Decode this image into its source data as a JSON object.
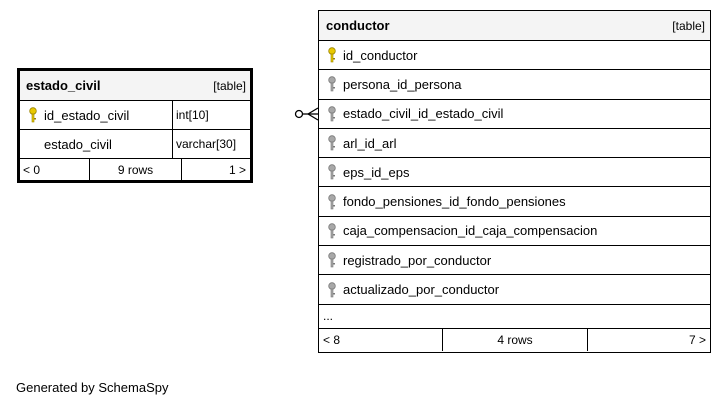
{
  "estado_civil": {
    "name": "estado_civil",
    "kind": "[table]",
    "columns": [
      {
        "name": "id_estado_civil",
        "type": "int[10]",
        "key": "primary"
      },
      {
        "name": "estado_civil",
        "type": "varchar[30]",
        "key": "none"
      }
    ],
    "nav": {
      "prev": "< 0",
      "rows": "9 rows",
      "next": "1 >"
    }
  },
  "conductor": {
    "name": "conductor",
    "kind": "[table]",
    "columns": [
      {
        "name": "id_conductor",
        "key": "primary"
      },
      {
        "name": "persona_id_persona",
        "key": "foreign"
      },
      {
        "name": "estado_civil_id_estado_civil",
        "key": "foreign"
      },
      {
        "name": "arl_id_arl",
        "key": "foreign"
      },
      {
        "name": "eps_id_eps",
        "key": "foreign"
      },
      {
        "name": "fondo_pensiones_id_fondo_pensiones",
        "key": "foreign"
      },
      {
        "name": "caja_compensacion_id_caja_compensacion",
        "key": "foreign"
      },
      {
        "name": "registrado_por_conductor",
        "key": "foreign"
      },
      {
        "name": "actualizado_por_conductor",
        "key": "foreign"
      }
    ],
    "more": "...",
    "nav": {
      "prev": "< 8",
      "rows": "4 rows",
      "next": "7 >"
    }
  },
  "colors": {
    "primary_key": "#e8c800",
    "foreign_key": "#a8a8a8",
    "header_bg": "#f4f4f4"
  },
  "icons": {
    "primary_key": "key-icon",
    "foreign_key": "key-icon"
  },
  "footer": "Generated by SchemaSpy"
}
